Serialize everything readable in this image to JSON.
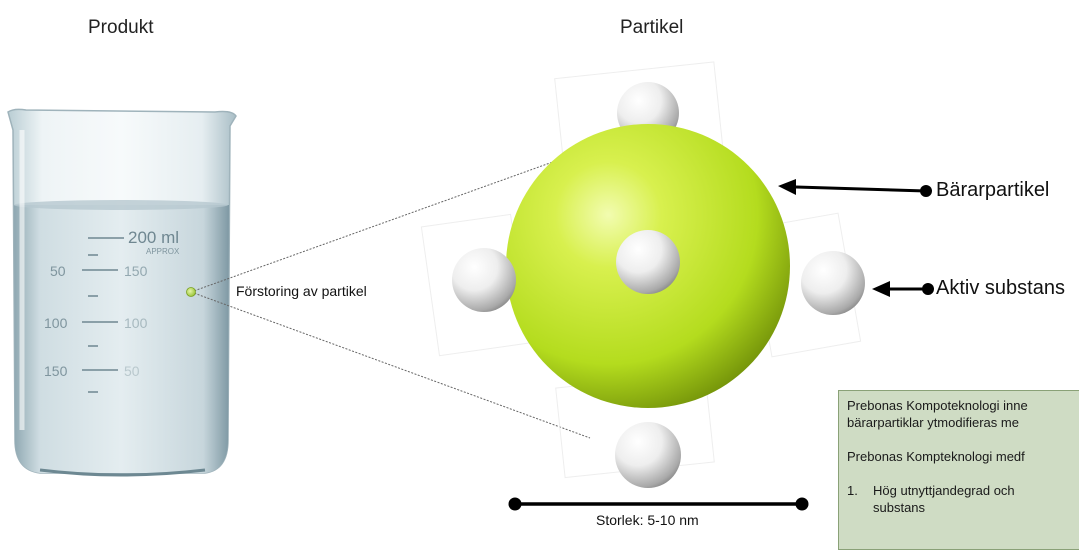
{
  "headings": {
    "product": "Produkt",
    "particle": "Partikel"
  },
  "beaker": {
    "scale_volume": "200 ml",
    "scale_approx": "APPROX",
    "left_marks": [
      "50",
      "100",
      "150"
    ],
    "right_marks": [
      "150",
      "100",
      "50"
    ]
  },
  "zoom_label": "Förstoring av partikel",
  "labels": {
    "carrier": "Bärarpartikel",
    "active": "Aktiv substans"
  },
  "size_label": "Storlek: 5-10 nm",
  "info": {
    "line1": "Prebonas Kompoteknologi inne",
    "line2": "bärarpartiklar ytmodifieras me",
    "line3": "Prebonas Kompteknologi medf",
    "item1_num": "1.",
    "item1_line1": "Hög utnyttjandegrad och",
    "item1_line2": "substans"
  },
  "colors": {
    "carrier_sphere": "#b4dc1e",
    "active_sphere": "#e8e8e8",
    "info_box": "#cfdcc4",
    "dot": "#a8d43a"
  }
}
